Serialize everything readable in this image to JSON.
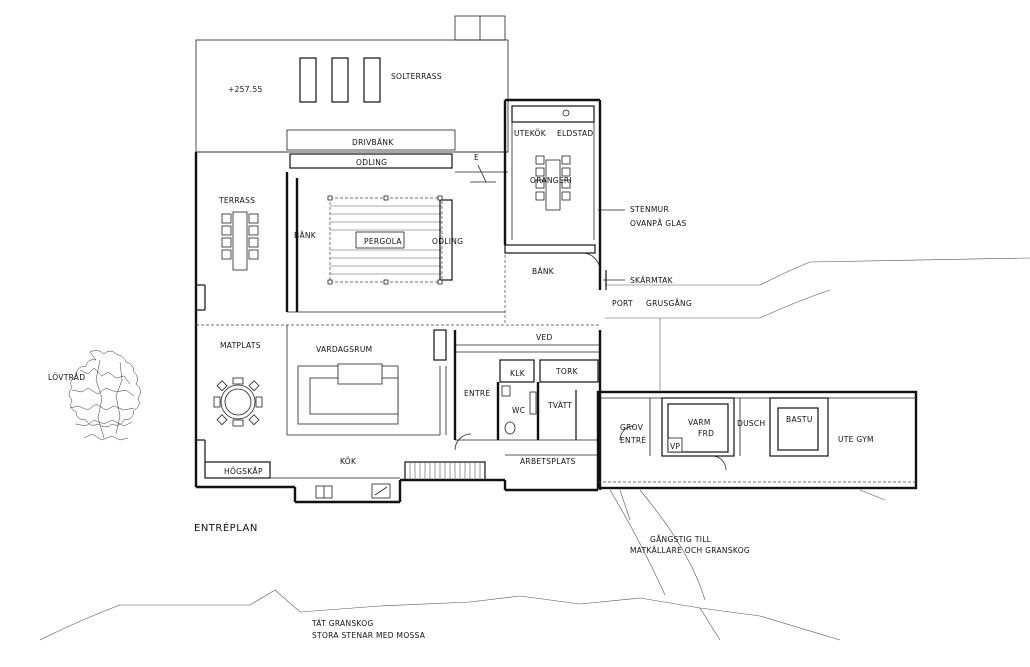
{
  "plan_title": "ENTRÉPLAN",
  "elevation": "+257.55",
  "rooms": {
    "solterrass": "SOLTERRASS",
    "drivbank": "DRIVBÄNK",
    "odling_top": "ODLING",
    "odling_side": "ODLING",
    "terrass": "TERRASS",
    "bank_left": "BÄNK",
    "pergola": "PERGOLA",
    "utekok": "UTEKÖK",
    "eldstad": "ELDSTAD",
    "orangeri": "ORANGERI",
    "bank_right": "BÄNK",
    "e_mark": "E",
    "matplats": "MATPLATS",
    "vardagsrum": "VARDAGSRUM",
    "ved": "VED",
    "klk": "KLK",
    "tork": "TORK",
    "entre": "ENTRÉ",
    "wc": "WC",
    "tvatt": "TVÄTT",
    "kok": "KÖK",
    "hogskap": "HÖGSKÅP",
    "arbetsplats": "ARBETSPLATS",
    "grov": "GROV",
    "grov_entre": "ENTRÉ",
    "varm": "VARM",
    "frd": "FRD",
    "vp": "VP",
    "dusch": "DUSCH",
    "bastu": "BASTU",
    "ute_gym": "UTE GYM"
  },
  "site_labels": {
    "lovtrad": "LÖVTRÄD",
    "stenmur_1": "STENMUR",
    "stenmur_2": "OVANPÅ GLAS",
    "skarmtak": "SKÄRMTAK",
    "port": "PORT",
    "grusgang": "GRUSGÅNG",
    "gangstig_1": "GÅNGSTIG TILL",
    "gangstig_2": "MATKÄLLARE OCH GRANSKOG",
    "forest_1": "TÄT GRANSKOG",
    "forest_2": "STORA STENAR MED  MOSSA"
  }
}
